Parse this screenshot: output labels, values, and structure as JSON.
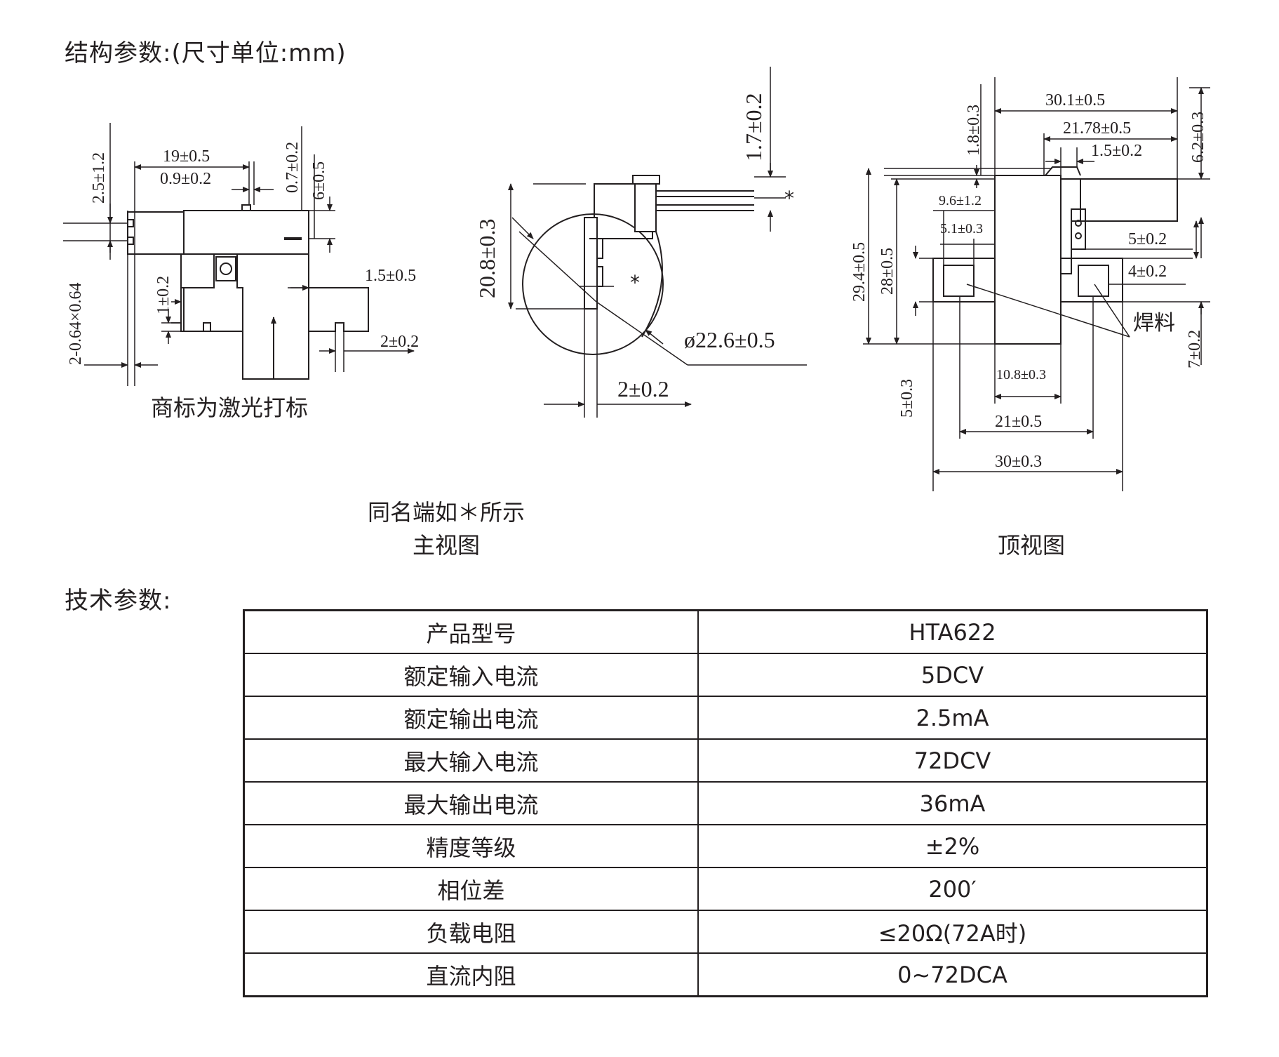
{
  "structure_title": "结构参数:(尺寸单位:mm)",
  "tech_title": "技术参数:",
  "front_view": {
    "dims": {
      "d1": "19±0.5",
      "d2": "0.9±0.2",
      "d3": "2.5±1.2",
      "d4": "0.7±0.2",
      "d5": "6±0.5",
      "d6": "1.5±0.5",
      "d7": "1±0.2",
      "d8": "2-0.64×0.64",
      "d9": "2±0.2"
    },
    "note": "商标为激光打标"
  },
  "side_view": {
    "dims": {
      "d1": "1.7±0.2",
      "d2": "20.8±0.3",
      "d3": "ø22.6±0.5",
      "d4": "2±0.2"
    },
    "star": "*",
    "caption_line1": "同名端如＊所示",
    "caption_line2": "主视图"
  },
  "top_view": {
    "dims": {
      "d1": "30.1±0.5",
      "d2": "21.78±0.5",
      "d3": "1.5±0.2",
      "d4": "1.8±0.3",
      "d5": "6.2±0.3",
      "d6": "9.6±1.2",
      "d7": "5.1±0.3",
      "d8": "29.4±0.5",
      "d9": "28±0.5",
      "d10": "5±0.2",
      "d11": "4±0.2",
      "d12": "焊料",
      "d13": "7±0.2",
      "d14": "10.8±0.3",
      "d15": "5±0.3",
      "d16": "21±0.5",
      "d17": "30±0.3"
    },
    "caption": "顶视图"
  },
  "specs": [
    {
      "label": "产品型号",
      "value": "HTA622"
    },
    {
      "label": "额定输入电流",
      "value": "5DCV"
    },
    {
      "label": "额定输出电流",
      "value": "2.5mA"
    },
    {
      "label": "最大输入电流",
      "value": "72DCV"
    },
    {
      "label": "最大输出电流",
      "value": "36mA"
    },
    {
      "label": "精度等级",
      "value": "±2%"
    },
    {
      "label": "相位差",
      "value": "200′"
    },
    {
      "label": "负载电阻",
      "value": "≤20Ω(72A时)"
    },
    {
      "label": "直流内阻",
      "value": "0~72DCA"
    }
  ]
}
